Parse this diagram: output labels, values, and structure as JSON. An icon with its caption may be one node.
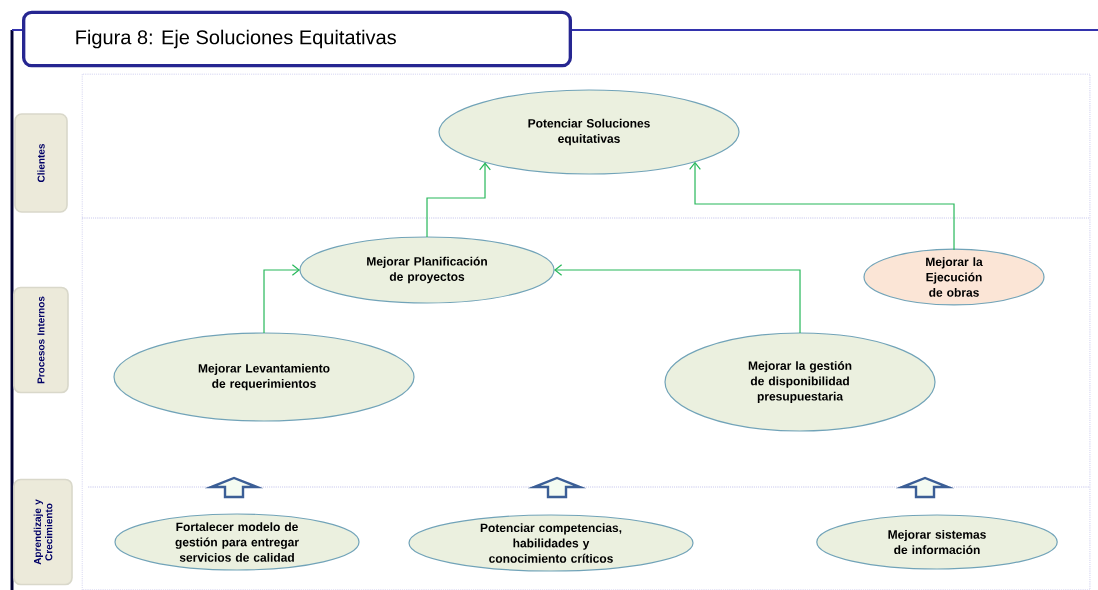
{
  "diagram": {
    "title": "Figura 8: Eje Soluciones Equitativas",
    "nodes": [
      {
        "text": [
          "Clientes"
        ]
      },
      {
        "text": [
          "Potenciar Soluciones equitativas"
        ]
      },
      {
        "text": [
          "Procesos Internos"
        ]
      },
      {
        "text": [
          "Mejorar Planificación de proyectos"
        ]
      },
      {
        "text": [
          "Mejorar la Ejecución de obras"
        ]
      },
      {
        "text": [
          "Mejorar Levantamiento de requerimientos"
        ]
      },
      {
        "text": [
          "Mejorar la gestión de disponibilidad presupuestaria"
        ]
      },
      {
        "text": [
          "Aprendizaje y Crecimiento"
        ]
      },
      {
        "text": [
          "Fortalecer modelo de gestión para entregar servicios de calidad"
        ]
      },
      {
        "text": [
          "Potenciar competencias, habilidades y conocimiento críticos"
        ]
      },
      {
        "text": [
          "Mejorar sistemas de información"
        ]
      }
    ],
    "edges": [
      {
        "from": 3,
        "to": 1,
        "arrow": "to"
      },
      {
        "from": 4,
        "to": 1,
        "arrow": "to"
      },
      {
        "from": 5,
        "to": 3,
        "arrow": "to"
      },
      {
        "from": 6,
        "to": 3,
        "arrow": "to"
      },
      {
        "from": 8,
        "to": null,
        "arrow": "to",
        "style": "thick",
        "color": "#3b5e96"
      },
      {
        "from": 9,
        "to": null,
        "arrow": "to",
        "style": "thick",
        "color": "#3b5e96"
      },
      {
        "from": 10,
        "to": null,
        "arrow": "to",
        "style": "thick",
        "color": "#3b5e96"
      }
    ]
  }
}
